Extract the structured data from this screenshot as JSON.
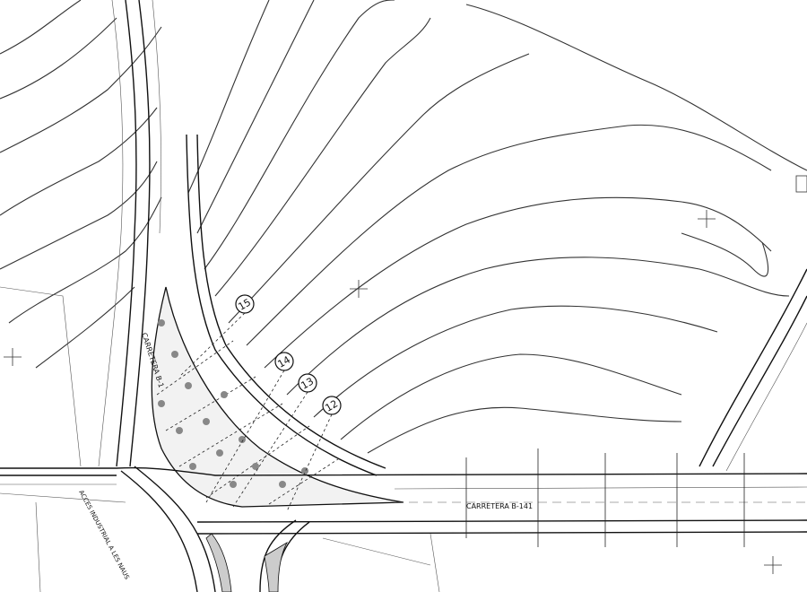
{
  "road_labels": {
    "main_road": "CARRETERA B-141",
    "branch_road": "CARRETERA B-1",
    "access_road": "ACCES INDUSTRIAL A LES NAUS"
  },
  "profile_markers": [
    "15",
    "14",
    "13",
    "12"
  ],
  "colors": {
    "line": "#111111",
    "contour": "#333333",
    "median_fill": "#f2f2f2",
    "tree_dots": "#888888"
  }
}
